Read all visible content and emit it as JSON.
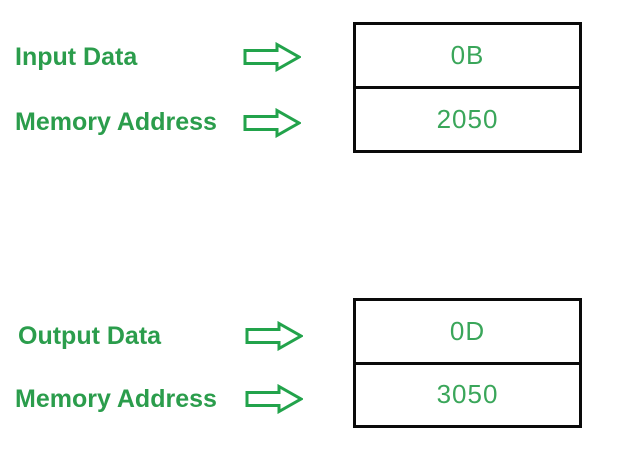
{
  "palette": {
    "label_green": "#2b9d4c",
    "arrow_green": "#22a34b",
    "value_green": "#3aa65a",
    "border_black": "#0a0a0a",
    "background": "#ffffff"
  },
  "input_section": {
    "data_label": "Input Data",
    "data_value": "0B",
    "address_label": "Memory Address",
    "address_value": "2050"
  },
  "output_section": {
    "data_label": "Output Data",
    "data_value": "0D",
    "address_label": "Memory Address",
    "address_value": "3050"
  },
  "icons": {
    "arrow": "right-block-arrow"
  }
}
